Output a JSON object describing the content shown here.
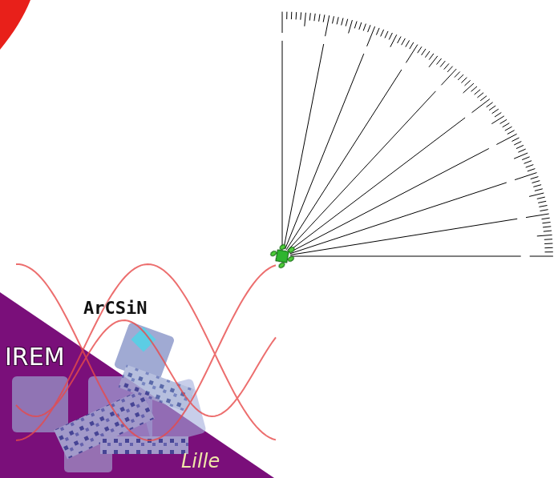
{
  "diagram": {
    "labels": [
      "ArCSiN",
      "IREM",
      "Lille"
    ]
  }
}
